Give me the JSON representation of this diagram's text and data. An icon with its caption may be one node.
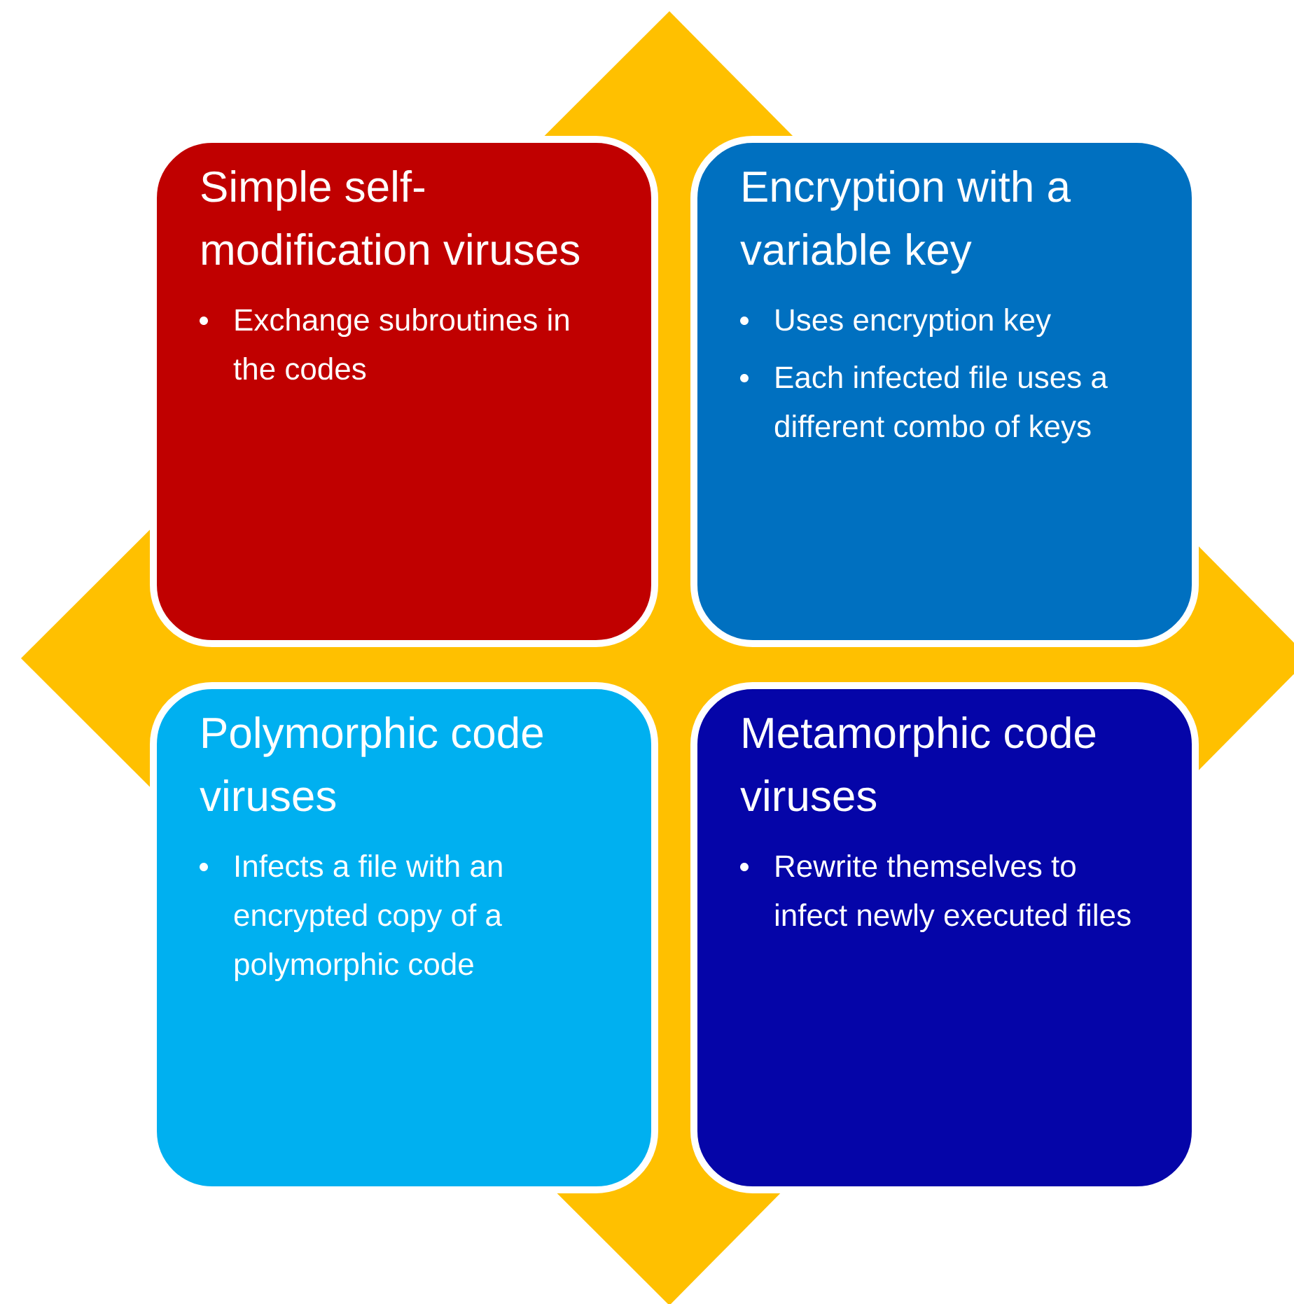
{
  "diagram": {
    "nodes": [
      {
        "text": [
          "Simple self-modification viruses",
          "Exchange subroutines in the codes"
        ]
      },
      {
        "text": [
          "Encryption with a variable key",
          "Uses encryption key",
          "Each infected file uses a different combo of keys"
        ]
      },
      {
        "text": [
          "Polymorphic code viruses",
          "Infects a file with an encrypted copy of a polymorphic code"
        ]
      },
      {
        "text": [
          "Metamorphic code viruses",
          "Rewrite themselves to infect newly executed files"
        ]
      }
    ]
  }
}
